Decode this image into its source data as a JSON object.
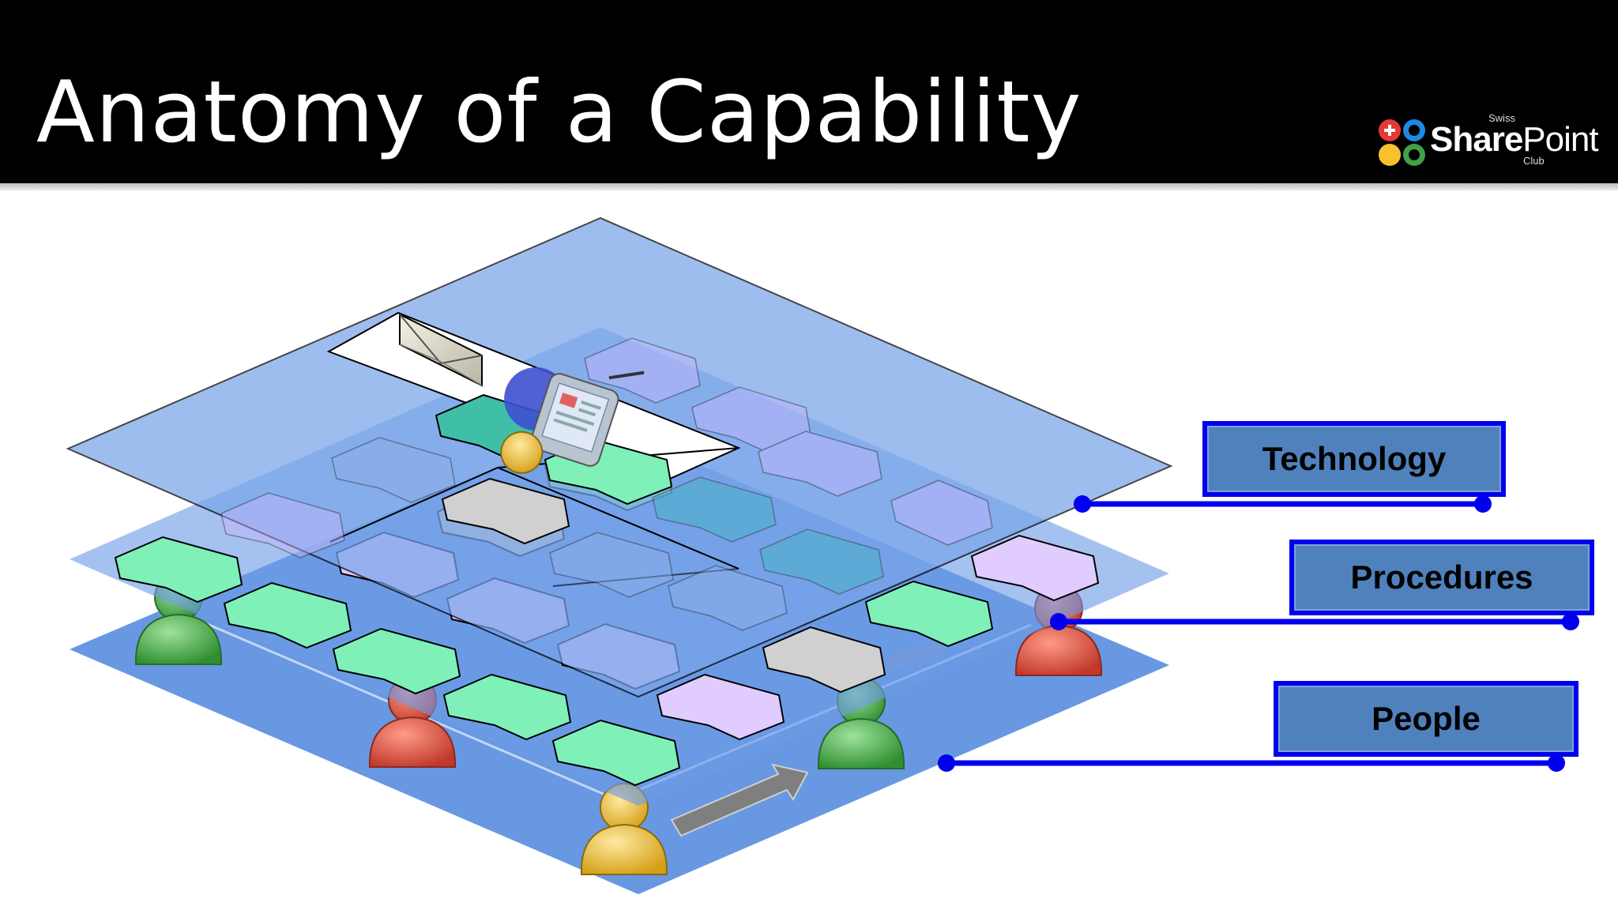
{
  "slide": {
    "title": "Anatomy of a Capability"
  },
  "logo": {
    "small_top": "Swiss",
    "word_bold": "Share",
    "word_light": "Point",
    "small_bottom": "Club"
  },
  "layers": [
    {
      "id": "technology",
      "label": "Technology"
    },
    {
      "id": "procedures",
      "label": "Procedures"
    },
    {
      "id": "people",
      "label": "People"
    }
  ],
  "colors": {
    "header": "#000000",
    "plane": "#5b8fe0",
    "label_fill": "#4f81bd",
    "connector": "#0000ee",
    "doc_green": "#7ef0b8",
    "doc_lilac": "#e0ccff",
    "doc_gray": "#d0d0d0",
    "person_green": "#5cb85c",
    "person_red": "#e8604c",
    "person_yellow": "#f2c94c"
  }
}
